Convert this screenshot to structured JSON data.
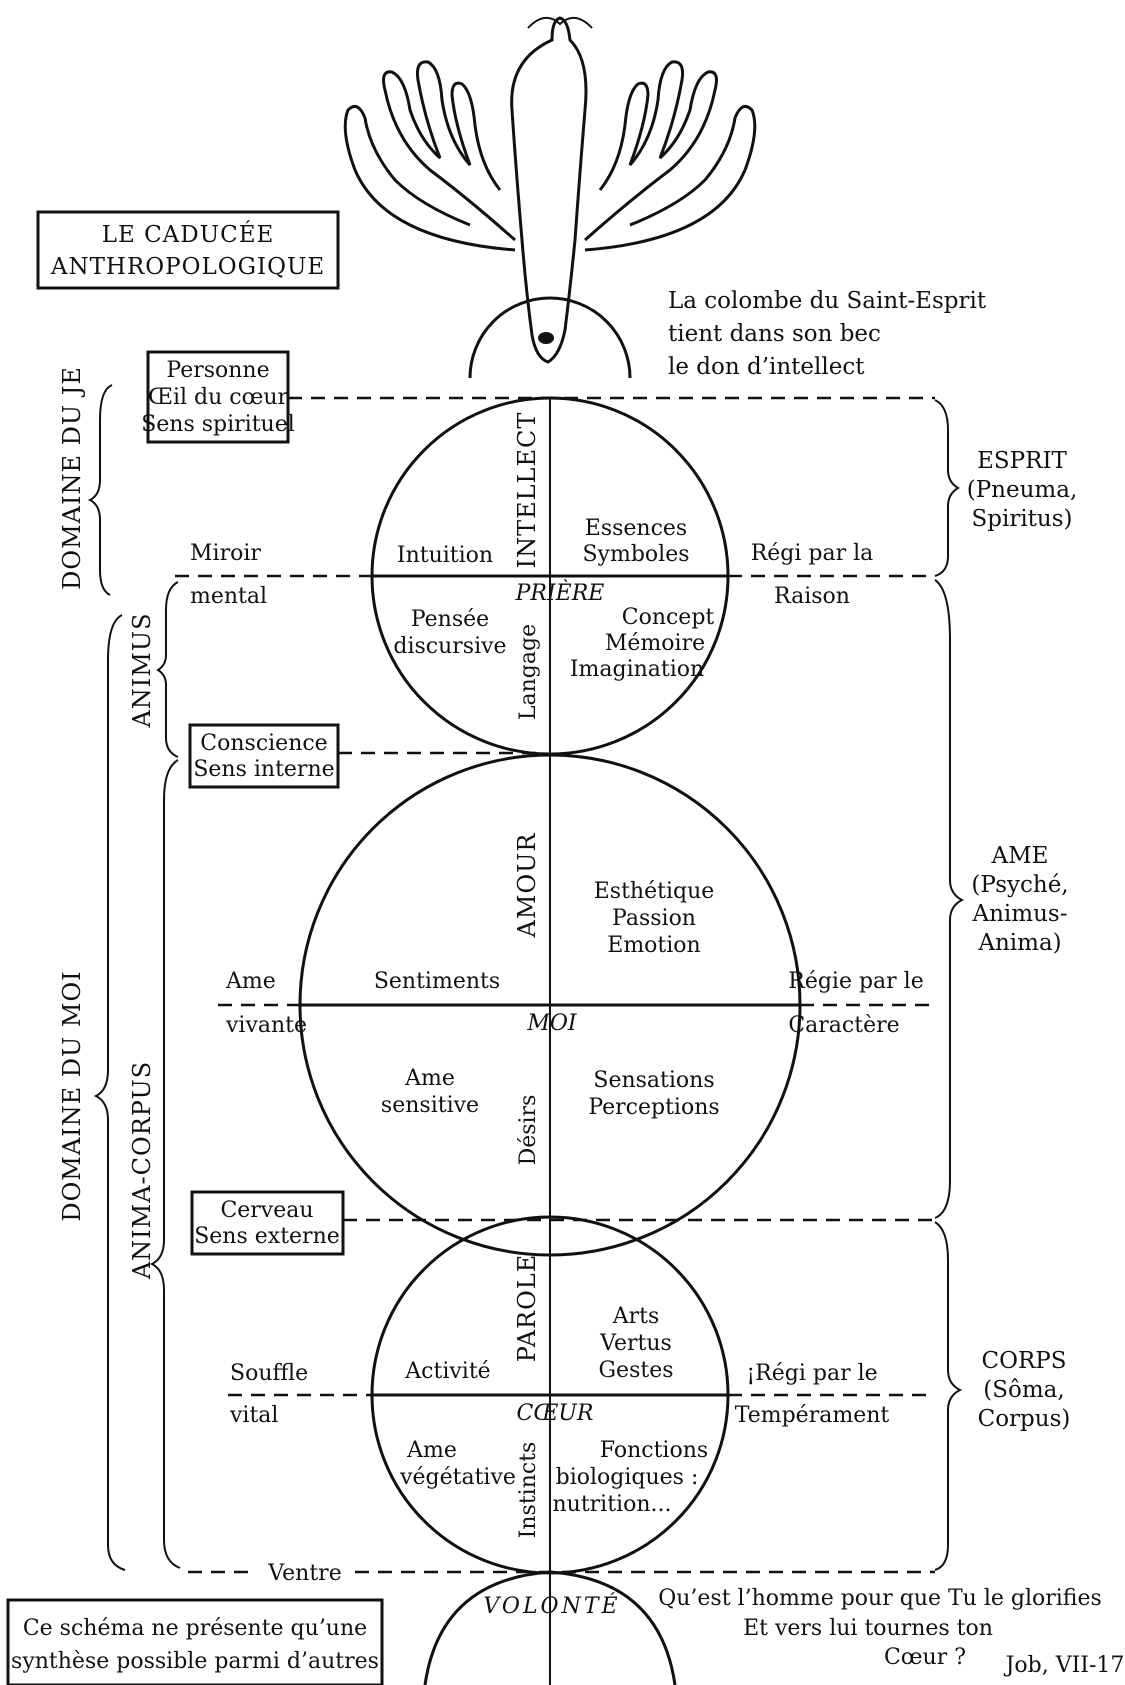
{
  "title": {
    "line1": "LE CADUCÉE",
    "line2": "ANTHROPOLOGIQUE"
  },
  "dove_caption": [
    "La colombe du Saint-Esprit",
    "tient dans son bec",
    "le don d’intellect"
  ],
  "left_domains": {
    "je": "DOMAINE DU JE",
    "moi": "DOMAINE DU MOI"
  },
  "left_sub_domains": {
    "animus": "ANIMUS",
    "anima_corpus": "ANIMA-CORPUS"
  },
  "boxes": {
    "personne": [
      "Personne",
      "Œil du cœur",
      "Sens spirituel"
    ],
    "conscience": [
      "Conscience",
      "Sens interne"
    ],
    "cerveau": [
      "Cerveau",
      "Sens externe"
    ],
    "note": [
      "Ce schéma ne présente qu’une",
      "synthèse possible parmi d’autres"
    ]
  },
  "right_labels": {
    "esprit": [
      "ESPRIT",
      "(Pneuma,",
      "Spiritus)"
    ],
    "ame": [
      "AME",
      "(Psyché,",
      "Animus-",
      "Anima)"
    ],
    "corps": [
      "CORPS",
      "(Sôma,",
      "Corpus)"
    ]
  },
  "circle_top": {
    "axis_upper": "INTELLECT",
    "axis_lower": "Langage",
    "center_word": "PRIÈRE",
    "upper_left": "Intuition",
    "upper_right": [
      "Essences",
      "Symboles"
    ],
    "lower_left": [
      "Pensée",
      "discursive"
    ],
    "lower_right": [
      "Concept",
      "Mémoire",
      "Imagination"
    ],
    "side_left": [
      "Miroir",
      "mental"
    ],
    "side_right": [
      "Régi par la",
      "Raison"
    ]
  },
  "circle_middle": {
    "axis_upper": "AMOUR",
    "axis_lower": "Désirs",
    "center_word": "MOI",
    "upper_left": "Sentiments",
    "upper_right": [
      "Esthétique",
      "Passion",
      "Emotion"
    ],
    "lower_left": [
      "Ame",
      "sensitive"
    ],
    "lower_right": [
      "Sensations",
      "Perceptions"
    ],
    "side_left": [
      "Ame",
      "vivante"
    ],
    "side_right": [
      "Régie par le",
      "Caractère"
    ]
  },
  "circle_bottom": {
    "axis_upper": "PAROLE",
    "axis_lower": "Instincts",
    "center_word": "CŒUR",
    "upper_left": "Activité",
    "upper_right": [
      "Arts",
      "Vertus",
      "Gestes"
    ],
    "lower_left": [
      "Ame",
      "végétative"
    ],
    "lower_right": [
      "Fonctions",
      "biologiques :",
      "nutrition..."
    ],
    "side_left": [
      "Souffle",
      "vital"
    ],
    "side_right": [
      "¡Régi  par le",
      "Tempérament"
    ]
  },
  "ventre": "Ventre",
  "volonte": "VOLONTÉ",
  "quote": [
    "Qu’est l’homme pour que Tu le glorifies",
    "Et vers lui tournes ton",
    "Cœur ?"
  ],
  "reference": "Job, VII-17"
}
